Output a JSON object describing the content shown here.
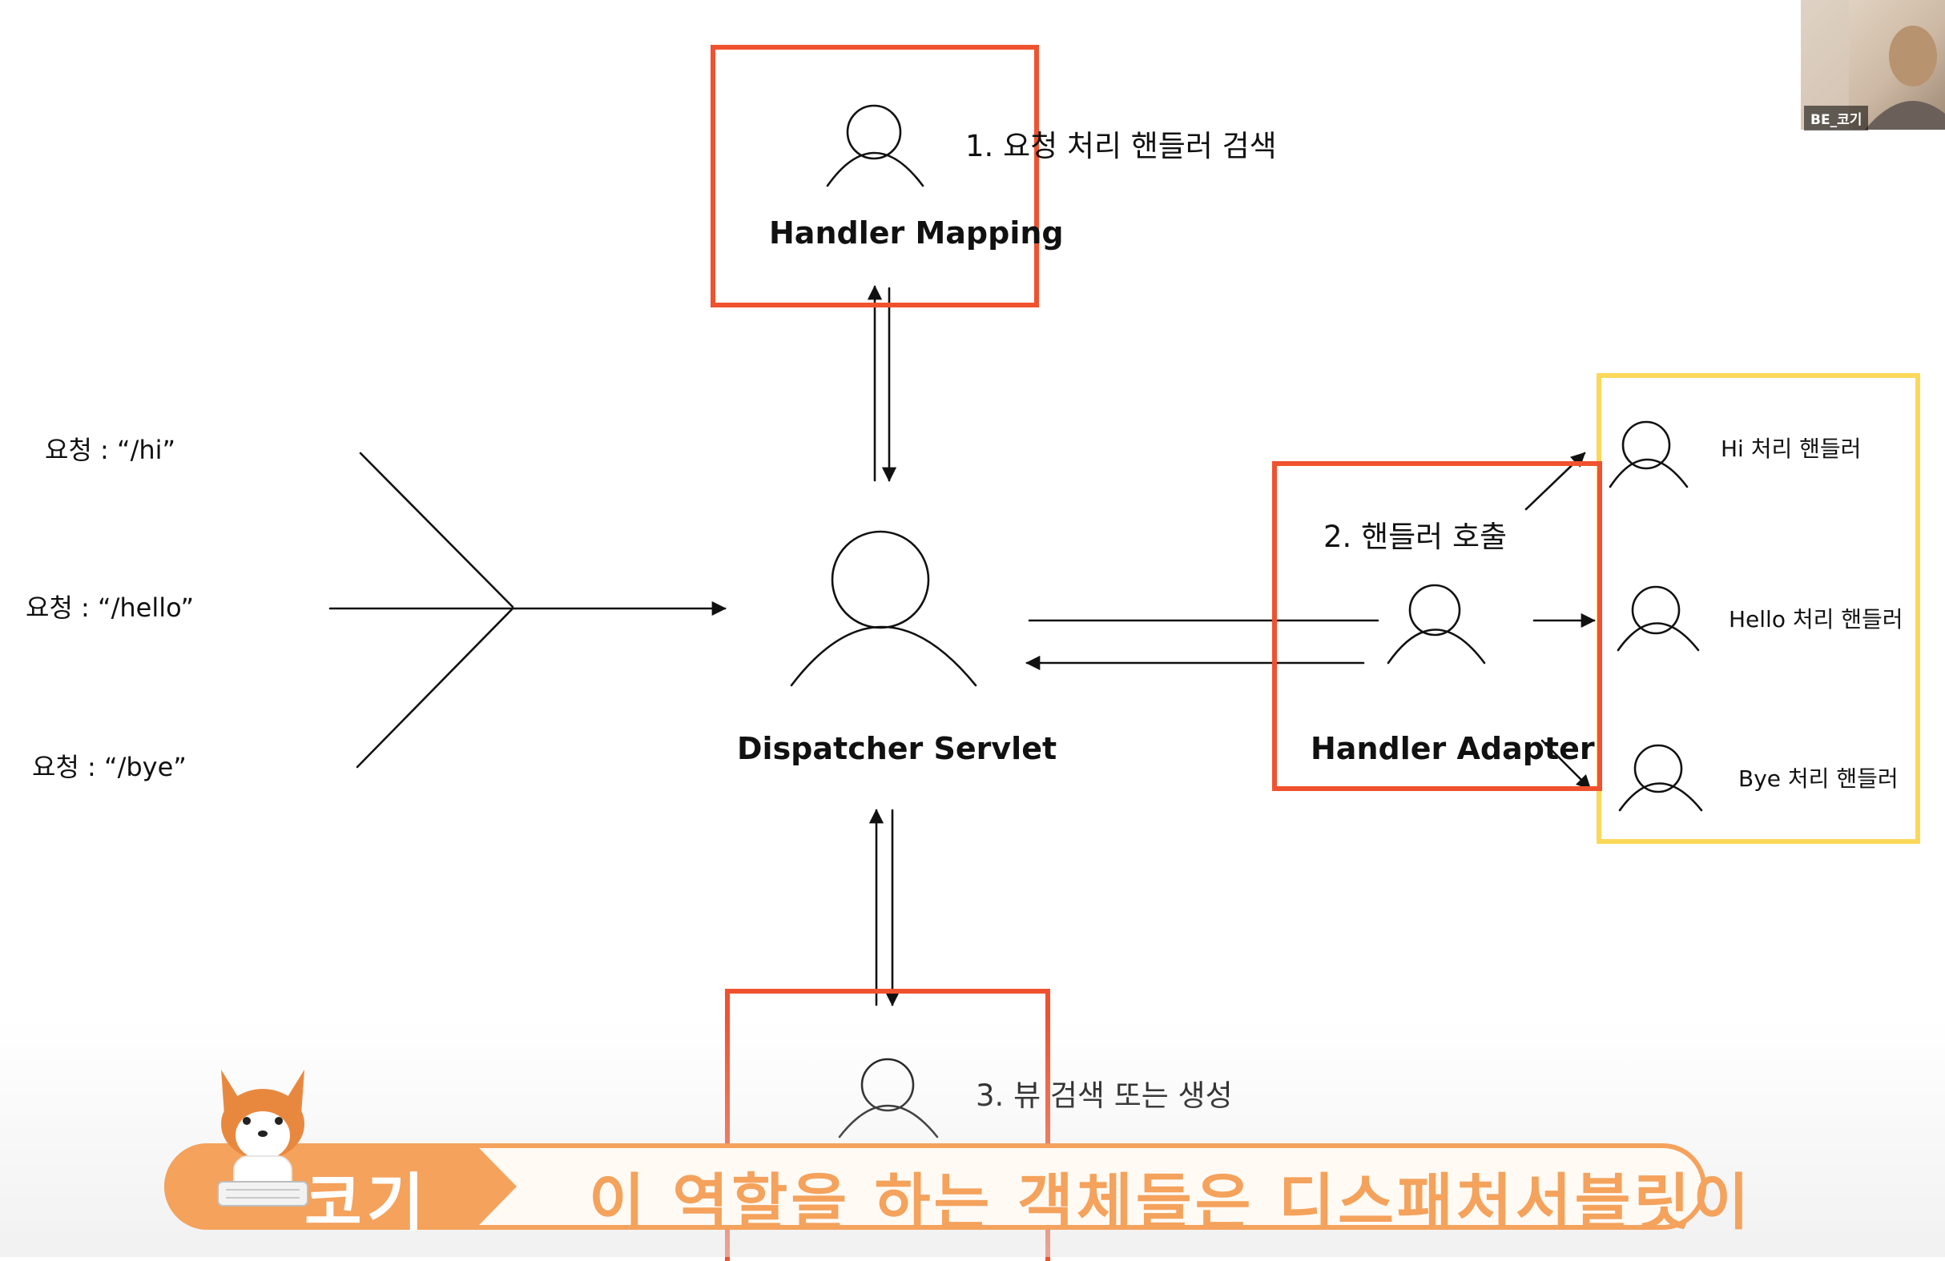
{
  "diagram": {
    "requests": [
      "요청 : “/hi”",
      "요청 : “/hello”",
      "요청 : “/bye”"
    ],
    "dispatcher": {
      "label": "Dispatcher Servlet"
    },
    "handler_mapping": {
      "label": "Handler Mapping",
      "step": "1. 요청 처리 핸들러 검색"
    },
    "handler_adapter": {
      "label": "Handler Adapter",
      "step": "2. 핸들러 호출"
    },
    "view": {
      "step": "3. 뷰 검색 또는 생성"
    },
    "handlers": [
      "Hi 처리 핸들러",
      "Hello 처리 핸들러",
      "Bye 처리 핸들러"
    ],
    "colors": {
      "highlight_box": "#f0522f",
      "handler_group_box": "#fbd85a",
      "stroke": "#111111"
    }
  },
  "subtitle": {
    "speaker": "코기",
    "text": "이 역할을 하는 객체들은 디스패처서블릿이",
    "accent_color": "#f4a25c"
  },
  "webcam": {
    "name_tag": "BE_코기"
  }
}
